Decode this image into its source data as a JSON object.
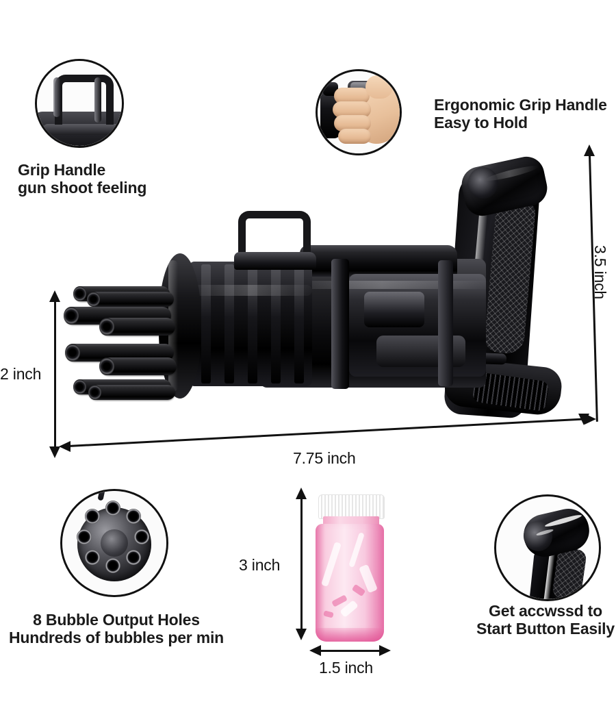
{
  "page": {
    "title": "Bubble Gun Product Infographic",
    "background_color": "#ffffff",
    "accent_color": "#111111",
    "bottle_color": "#f3a8c8"
  },
  "features": [
    {
      "id": "grip-handle",
      "title": "Grip Handle",
      "subtitle": "gun shoot feeling",
      "caption": "Grip Handle\ngun shoot feeling",
      "inset_icon": "loop-handle-icon"
    },
    {
      "id": "ergonomic-grip",
      "title": "Ergonomic Grip Handle",
      "subtitle": "Easy to Hold",
      "caption": "Ergonomic Grip Handle\nEasy to Hold",
      "inset_icon": "hand-gripping-handle-icon"
    },
    {
      "id": "bubble-output-holes",
      "title": "8 Bubble Output Holes",
      "subtitle": "Hundreds of bubbles per min",
      "caption": "8 Bubble Output Holes\nHundreds of bubbles per min",
      "inset_icon": "eight-nozzle-face-icon",
      "hole_count": 8
    },
    {
      "id": "start-button",
      "title": "Get accwssd to",
      "subtitle": "Start Button Easily",
      "caption": "Get accwssd to\nStart Button Easily",
      "inset_icon": "start-button-icon"
    }
  ],
  "dimensions": {
    "gun": [
      {
        "id": "gun-height",
        "label": "2 inch",
        "value": 2,
        "unit": "inch",
        "orientation": "vertical",
        "position": "left"
      },
      {
        "id": "gun-length",
        "label": "7.75 inch",
        "value": 7.75,
        "unit": "inch",
        "orientation": "horizontal",
        "position": "bottom"
      },
      {
        "id": "gun-grip-height",
        "label": "3.5 inch",
        "value": 3.5,
        "unit": "inch",
        "orientation": "vertical-rotated",
        "position": "right"
      }
    ],
    "bottle": [
      {
        "id": "bottle-height",
        "label": "3 inch",
        "value": 3,
        "unit": "inch",
        "orientation": "vertical",
        "position": "left"
      },
      {
        "id": "bottle-width",
        "label": "1.5 inch",
        "value": 1.5,
        "unit": "inch",
        "orientation": "horizontal",
        "position": "bottom"
      }
    ]
  },
  "product": {
    "name": "gatling-bubble-gun",
    "barrel_count": 8,
    "bottle": {
      "name": "bubble-solution-bottle",
      "cap_color": "#ffffff",
      "liquid_color": "#f3a8c8"
    }
  }
}
